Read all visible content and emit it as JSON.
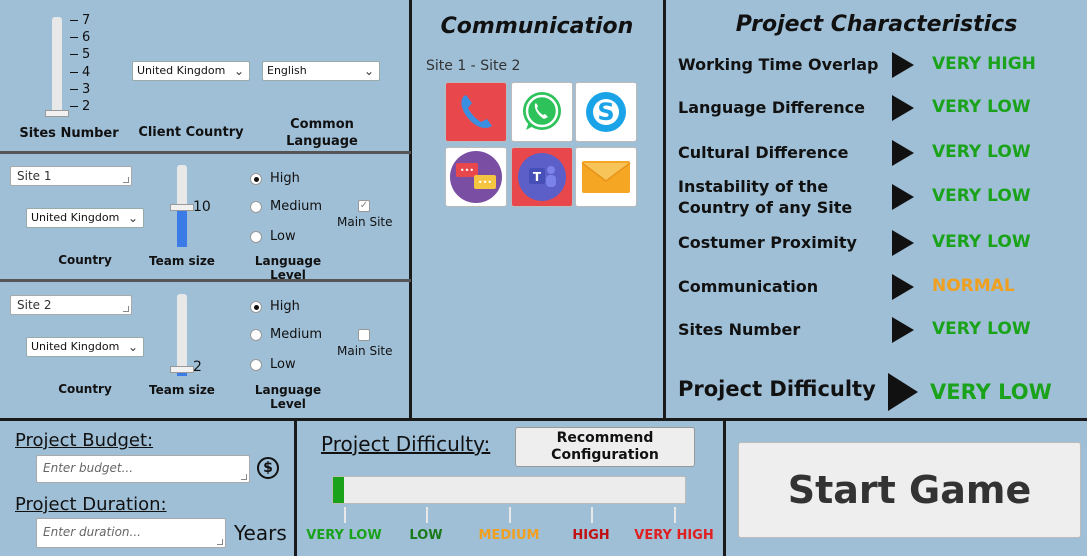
{
  "sites": {
    "label": "Sites Number",
    "ticks": [
      "7",
      "6",
      "5",
      "4",
      "3",
      "2"
    ],
    "value": 2,
    "min": 2,
    "max": 7
  },
  "client_country": {
    "label": "Client Country",
    "value": "United Kingdom"
  },
  "common_language": {
    "label": "Common Language",
    "value": "English"
  },
  "site1": {
    "name": "Site 1",
    "country": "United Kingdom",
    "country_label": "Country",
    "team_size_label": "Team size",
    "team_size": "10",
    "team_size_fraction": 0.45,
    "language_label": "Language Level",
    "levels": [
      "High",
      "Medium",
      "Low"
    ],
    "selected_level": "High",
    "main_site_label": "Main Site",
    "main_site_checked": true
  },
  "site2": {
    "name": "Site 2",
    "country": "United Kingdom",
    "country_label": "Country",
    "team_size_label": "Team size",
    "team_size": "2",
    "team_size_fraction": 0.05,
    "language_label": "Language Level",
    "levels": [
      "High",
      "Medium",
      "Low"
    ],
    "selected_level": "High",
    "main_site_label": "Main Site",
    "main_site_checked": false
  },
  "communication": {
    "title": "Communication",
    "pair": "Site 1 - Site 2",
    "tools": [
      "phone-icon",
      "whatsapp-icon",
      "skype-icon",
      "chat-icon",
      "teams-icon",
      "email-icon"
    ]
  },
  "characteristics": {
    "title": "Project Characteristics",
    "items": [
      {
        "label": "Working Time Overlap",
        "value": "VERY HIGH",
        "color": "#1aa31a"
      },
      {
        "label": "Language Difference",
        "value": "VERY LOW",
        "color": "#1aa31a"
      },
      {
        "label": "Cultural Difference",
        "value": "VERY LOW",
        "color": "#1aa31a"
      },
      {
        "label": "Instability of the\nCountry of any Site",
        "value": "VERY LOW",
        "color": "#1aa31a"
      },
      {
        "label": "Costumer Proximity",
        "value": "VERY LOW",
        "color": "#1aa31a"
      },
      {
        "label": "Communication",
        "value": "NORMAL",
        "color": "#f0a020"
      },
      {
        "label": "Sites Number",
        "value": "VERY LOW",
        "color": "#1aa31a"
      }
    ],
    "difficulty_label": "Project Difficulty",
    "difficulty_value": "VERY LOW",
    "difficulty_color": "#1aa31a"
  },
  "budget": {
    "label": "Project Budget:",
    "placeholder": "Enter budget...",
    "currency_icon": "dollar-icon"
  },
  "duration": {
    "label": "Project Duration:",
    "placeholder": "Enter duration...",
    "unit": "Years"
  },
  "difficulty_bar": {
    "label": "Project Difficulty:",
    "recommend_label": "Recommend\nConfiguration",
    "fraction": 0.03,
    "fill_color": "#1aa31a",
    "levels": [
      {
        "label": "VERY LOW",
        "color": "#1aa31a"
      },
      {
        "label": "LOW",
        "color": "#1a7a1a"
      },
      {
        "label": "MEDIUM",
        "color": "#f0a020"
      },
      {
        "label": "HIGH",
        "color": "#c01010"
      },
      {
        "label": "VERY HIGH",
        "color": "#e02020"
      }
    ]
  },
  "start_button": {
    "label": "Start Game"
  }
}
